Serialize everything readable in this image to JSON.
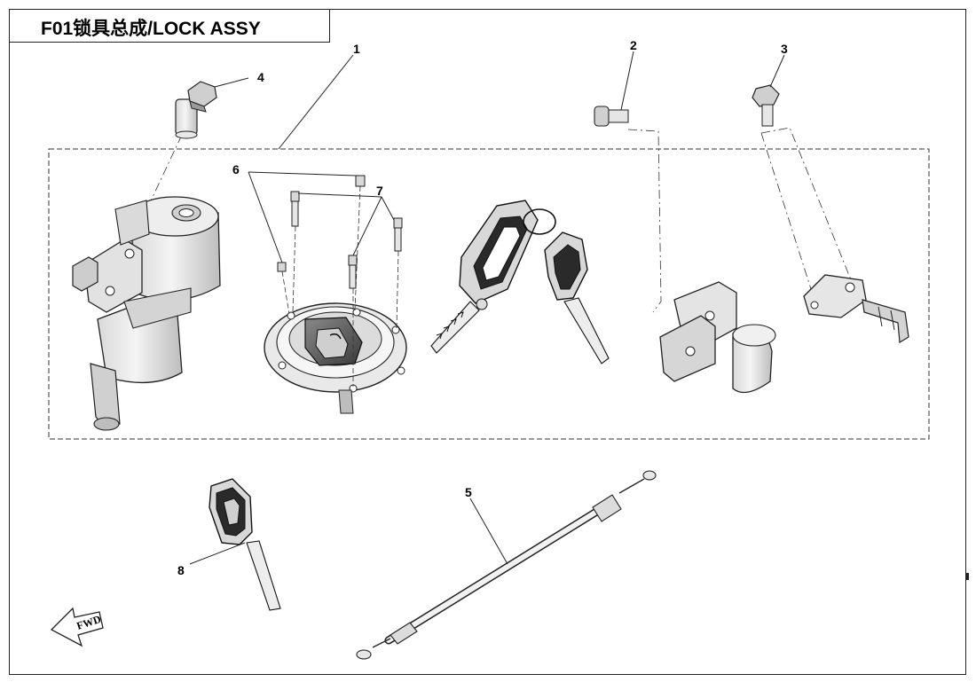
{
  "title": "F01锁具总成/LOCK ASSY",
  "callouts": {
    "c1": "1",
    "c2": "2",
    "c3": "3",
    "c4": "4",
    "c5": "5",
    "c6": "6",
    "c7": "7",
    "c8": "8"
  },
  "fwd_label": "FWD"
}
